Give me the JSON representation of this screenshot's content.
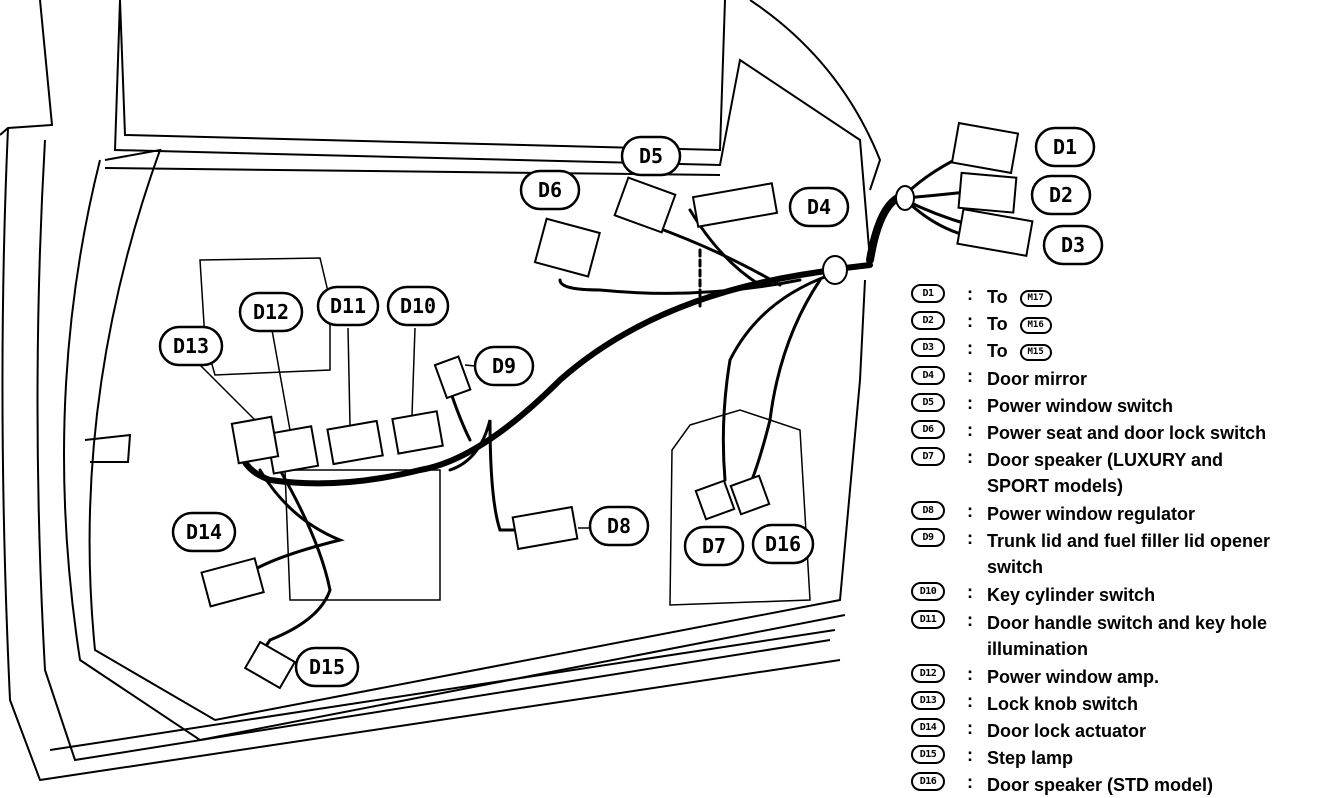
{
  "callouts": {
    "d1": "D1",
    "d2": "D2",
    "d3": "D3",
    "d4": "D4",
    "d5": "D5",
    "d6": "D6",
    "d7": "D7",
    "d8": "D8",
    "d9": "D9",
    "d10": "D10",
    "d11": "D11",
    "d12": "D12",
    "d13": "D13",
    "d14": "D14",
    "d15": "D15",
    "d16": "D16"
  },
  "legend": [
    {
      "code": "D1",
      "text": "To",
      "ref": "M17"
    },
    {
      "code": "D2",
      "text": "To",
      "ref": "M16"
    },
    {
      "code": "D3",
      "text": "To",
      "ref": "M15"
    },
    {
      "code": "D4",
      "text": "Door mirror"
    },
    {
      "code": "D5",
      "text": "Power window switch"
    },
    {
      "code": "D6",
      "text": "Power seat and door lock switch"
    },
    {
      "code": "D7",
      "text": "Door speaker (LUXURY and SPORT models)"
    },
    {
      "code": "D8",
      "text": "Power window regulator"
    },
    {
      "code": "D9",
      "text": "Trunk lid and fuel filler lid opener switch"
    },
    {
      "code": "D10",
      "text": "Key cylinder switch"
    },
    {
      "code": "D11",
      "text": "Door handle switch and key hole illumination"
    },
    {
      "code": "D12",
      "text": "Power window amp."
    },
    {
      "code": "D13",
      "text": "Lock knob switch"
    },
    {
      "code": "D14",
      "text": "Door lock actuator"
    },
    {
      "code": "D15",
      "text": "Step lamp"
    },
    {
      "code": "D16",
      "text": "Door speaker (STD model)"
    }
  ]
}
